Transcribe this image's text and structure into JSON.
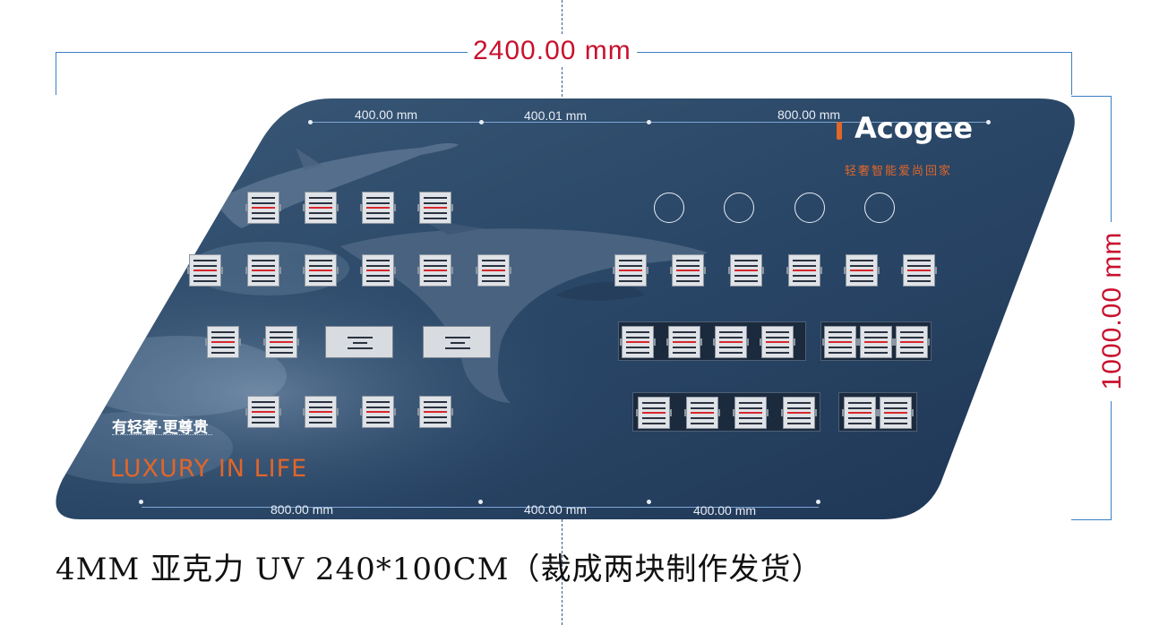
{
  "dimensions": {
    "total_width": "2400.00 mm",
    "total_height": "1000.00 mm",
    "top": [
      "400.00 mm",
      "400.01 mm",
      "800.00 mm"
    ],
    "bottom": [
      "800.00 mm",
      "400.00 mm",
      "400.00 mm"
    ]
  },
  "brand": {
    "logo_text": "Acogee",
    "tagline": "轻奢智能爱尚回家"
  },
  "slogan": {
    "chinese": "有轻奢·更尊贵",
    "english": "LUXURY IN LIFE"
  },
  "caption": "4MM 亚克力 UV 240*100CM（裁成两块制作发货）",
  "colors": {
    "dimension_red": "#c8102e",
    "dimension_line": "#3b7fc4",
    "panel_bg": "#27415f",
    "slogan_orange": "#e0662a",
    "tagline_orange": "#e0662a"
  }
}
